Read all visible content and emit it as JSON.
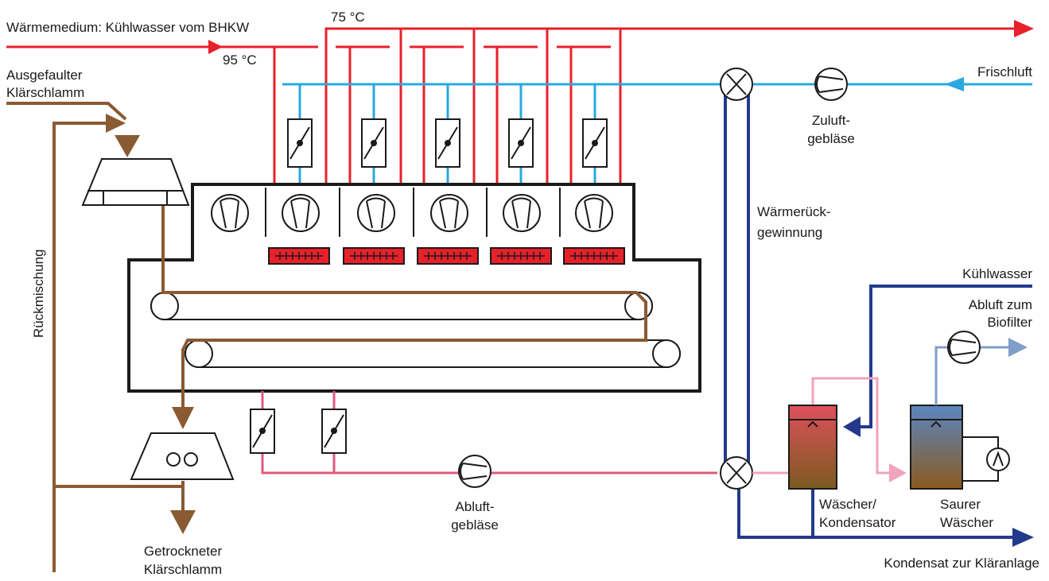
{
  "labels": {
    "heat_medium": "Wärmemedium: Kühlwasser vom BHKW",
    "temp_75": "75 °C",
    "temp_95": "95 °C",
    "sludge_in_line1": "Ausgefaulter",
    "sludge_in_line2": "Klärschlamm",
    "fresh_air": "Frischluft",
    "supply_fan_line1": "Zuluft-",
    "supply_fan_line2": "gebläse",
    "heat_recovery_line1": "Wärmerück-",
    "heat_recovery_line2": "gewinnung",
    "remixing": "Rückmischung",
    "cooling_water": "Kühlwasser",
    "exhaust_biofilter_line1": "Abluft zum",
    "exhaust_biofilter_line2": "Biofilter",
    "scrubber_line1": "Wäscher/",
    "scrubber_line2": "Kondensator",
    "acid_scrubber_line1": "Saurer",
    "acid_scrubber_line2": "Wäscher",
    "exhaust_fan_line1": "Abluft-",
    "exhaust_fan_line2": "gebläse",
    "condensate": "Kondensat zur Kläranlage",
    "dried_sludge_line1": "Getrockneter",
    "dried_sludge_line2": "Klärschlamm"
  },
  "colors": {
    "hot_water": "#e8202a",
    "supply_air": "#29a9e0",
    "sludge": "#8a5a32",
    "cooling_water": "#233a8c",
    "exhaust_air": "#e05a78",
    "exhaust_air_light": "#f2a3bb",
    "biofilter_air": "#7f9ec8",
    "outline": "#1a1a1a"
  }
}
